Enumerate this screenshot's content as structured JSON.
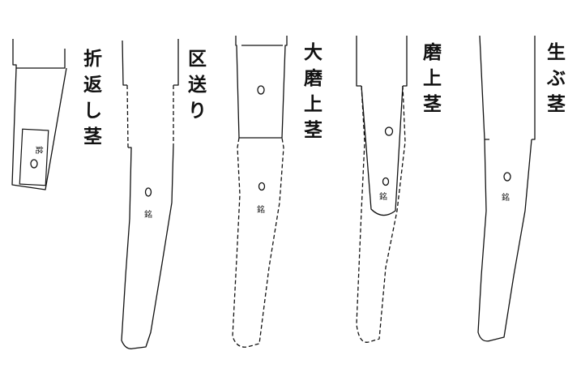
{
  "labels": {
    "orikaeshi": [
      "折",
      "返",
      "し",
      "茎"
    ],
    "machiokuri": [
      "区",
      "送",
      "り"
    ],
    "osuriage": [
      "大",
      "磨",
      "上",
      "茎"
    ],
    "suriage": [
      "磨",
      "上",
      "茎"
    ],
    "ubu": [
      "生",
      "ぶ",
      "茎"
    ]
  },
  "signature_char": "銘"
}
